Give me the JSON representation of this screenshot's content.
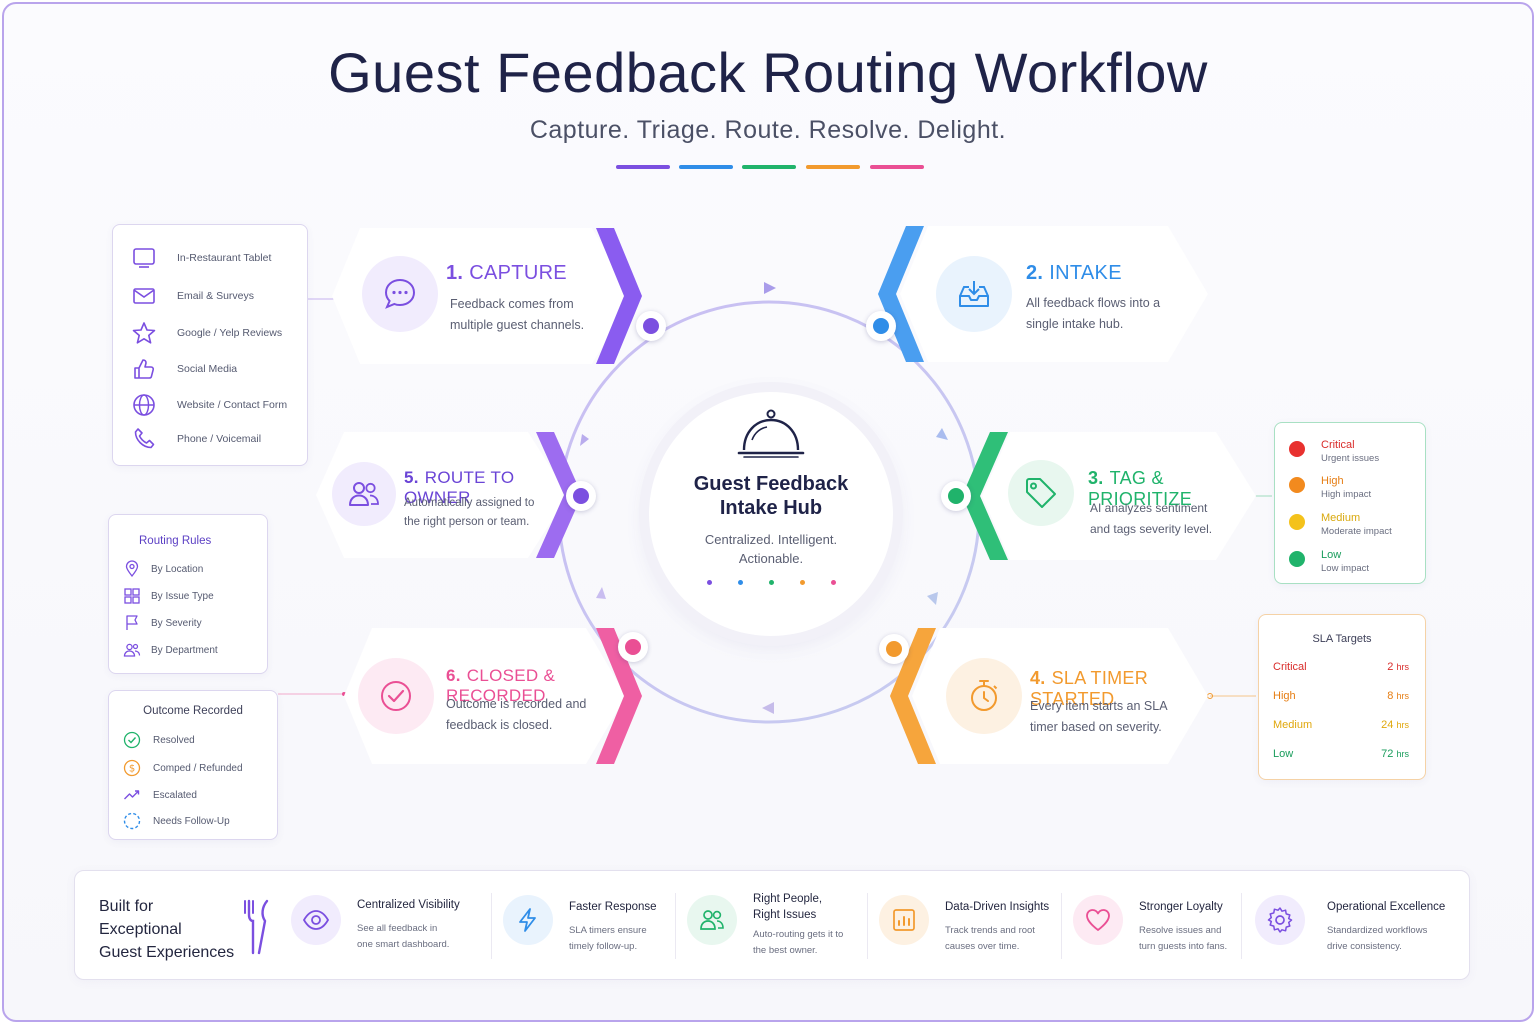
{
  "title": "Guest Feedback Routing Workflow",
  "subtitle": "Capture. Triage. Route. Resolve. Delight.",
  "colors": {
    "purple": "#7b4fe0",
    "blue": "#2f8de8",
    "green": "#20b36b",
    "orange": "#f29a2e",
    "pink": "#ea4f94",
    "red": "#e8312f",
    "yellow": "#f4c21b"
  },
  "channels": {
    "items": [
      {
        "label": "In-Restaurant Tablet",
        "icon": "tablet-icon"
      },
      {
        "label": "Email & Surveys",
        "icon": "mail-icon"
      },
      {
        "label": "Google / Yelp Reviews",
        "icon": "star-icon"
      },
      {
        "label": "Social Media",
        "icon": "thumbs-up-icon"
      },
      {
        "label": "Website / Contact Form",
        "icon": "globe-icon"
      },
      {
        "label": "Phone / Voicemail",
        "icon": "phone-icon"
      }
    ]
  },
  "steps": [
    {
      "num": "1.",
      "title": "CAPTURE",
      "desc": "Feedback comes from multiple guest channels.",
      "icon": "chat-icon"
    },
    {
      "num": "2.",
      "title": "INTAKE",
      "desc": "All feedback flows into a single intake hub.",
      "icon": "inbox-icon"
    },
    {
      "num": "3.",
      "title": "TAG & PRIORITIZE",
      "desc": "AI analyzes sentiment and tags severity level.",
      "icon": "tag-icon"
    },
    {
      "num": "4.",
      "title": "SLA TIMER STARTED",
      "desc": "Every item starts an SLA timer based on severity.",
      "icon": "stopwatch-icon"
    },
    {
      "num": "5.",
      "title": "ROUTE TO OWNER",
      "desc": "Automatically assigned to the right person or team.",
      "icon": "users-icon"
    },
    {
      "num": "6.",
      "title": "CLOSED & RECORDED",
      "desc": "Outcome is recorded and feedback is closed.",
      "icon": "check-circle-icon"
    }
  ],
  "hub": {
    "title_line1": "Guest Feedback",
    "title_line2": "Intake Hub",
    "sub_line1": "Centralized. Intelligent.",
    "sub_line2": "Actionable.",
    "icon": "cloche-icon"
  },
  "priorities": {
    "items": [
      {
        "name": "Critical",
        "desc": "Urgent issues",
        "color": "#e8312f"
      },
      {
        "name": "High",
        "desc": "High impact",
        "color": "#f28a1e"
      },
      {
        "name": "Medium",
        "desc": "Moderate impact",
        "color": "#f4c21b"
      },
      {
        "name": "Low",
        "desc": "Low impact",
        "color": "#20b36b"
      }
    ]
  },
  "sla": {
    "title": "SLA Targets",
    "rows": [
      {
        "level": "Critical",
        "value": "2",
        "unit": "hrs",
        "color": "#e8312f"
      },
      {
        "level": "High",
        "value": "8",
        "unit": "hrs",
        "color": "#f28a1e"
      },
      {
        "level": "Medium",
        "value": "24",
        "unit": "hrs",
        "color": "#e9b20f"
      },
      {
        "level": "Low",
        "value": "72",
        "unit": "hrs",
        "color": "#20b36b"
      }
    ]
  },
  "routing": {
    "title": "Routing Rules",
    "items": [
      {
        "label": "By Location",
        "icon": "pin-icon"
      },
      {
        "label": "By Issue Type",
        "icon": "grid-icon"
      },
      {
        "label": "By Severity",
        "icon": "flag-icon"
      },
      {
        "label": "By Department",
        "icon": "team-icon"
      }
    ]
  },
  "outcome": {
    "title": "Outcome Recorded",
    "items": [
      {
        "label": "Resolved",
        "icon": "check-icon"
      },
      {
        "label": "Comped / Refunded",
        "icon": "dollar-icon"
      },
      {
        "label": "Escalated",
        "icon": "trend-up-icon"
      },
      {
        "label": "Needs Follow-Up",
        "icon": "dashed-circle-icon"
      }
    ]
  },
  "bottom": {
    "head_line1": "Built for",
    "head_line2": "Exceptional",
    "head_line3": "Guest Experiences",
    "benefits": [
      {
        "title": "Centralized Visibility",
        "desc_line1": "See all feedback in",
        "desc_line2": "one smart dashboard.",
        "icon": "eye-icon"
      },
      {
        "title": "Faster Response",
        "desc_line1": "SLA timers ensure",
        "desc_line2": "timely follow-up.",
        "icon": "bolt-icon"
      },
      {
        "title": "Right People,",
        "title2": "Right Issues",
        "desc_line1": "Auto-routing gets it to",
        "desc_line2": "the best owner.",
        "icon": "people-icon"
      },
      {
        "title": "Data-Driven Insights",
        "desc_line1": "Track trends and root",
        "desc_line2": "causes over time.",
        "icon": "bar-chart-icon"
      },
      {
        "title": "Stronger Loyalty",
        "desc_line1": "Resolve issues and",
        "desc_line2": "turn guests into fans.",
        "icon": "heart-icon"
      },
      {
        "title": "Operational Excellence",
        "desc_line1": "Standardized workflows",
        "desc_line2": "drive consistency.",
        "icon": "gear-icon"
      }
    ]
  }
}
